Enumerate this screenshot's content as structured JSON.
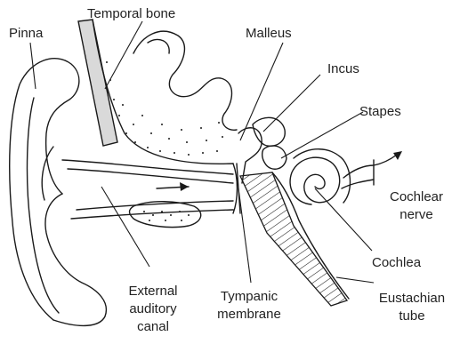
{
  "diagram": {
    "labels": {
      "pinna": "Pinna",
      "temporal_bone": "Temporal bone",
      "malleus": "Malleus",
      "incus": "Incus",
      "stapes": "Stapes",
      "cochlear_nerve": [
        "Cochlear",
        "nerve"
      ],
      "cochlea": "Cochlea",
      "eustachian_tube": [
        "Eustachian",
        "tube"
      ],
      "tympanic_membrane": [
        "Tympanic",
        "membrane"
      ],
      "external_auditory_canal": [
        "External",
        "auditory",
        "canal"
      ]
    },
    "colors": {
      "line": "#1a1a1a",
      "bone_fill": "#d9d9d9",
      "text": "#222222"
    }
  }
}
